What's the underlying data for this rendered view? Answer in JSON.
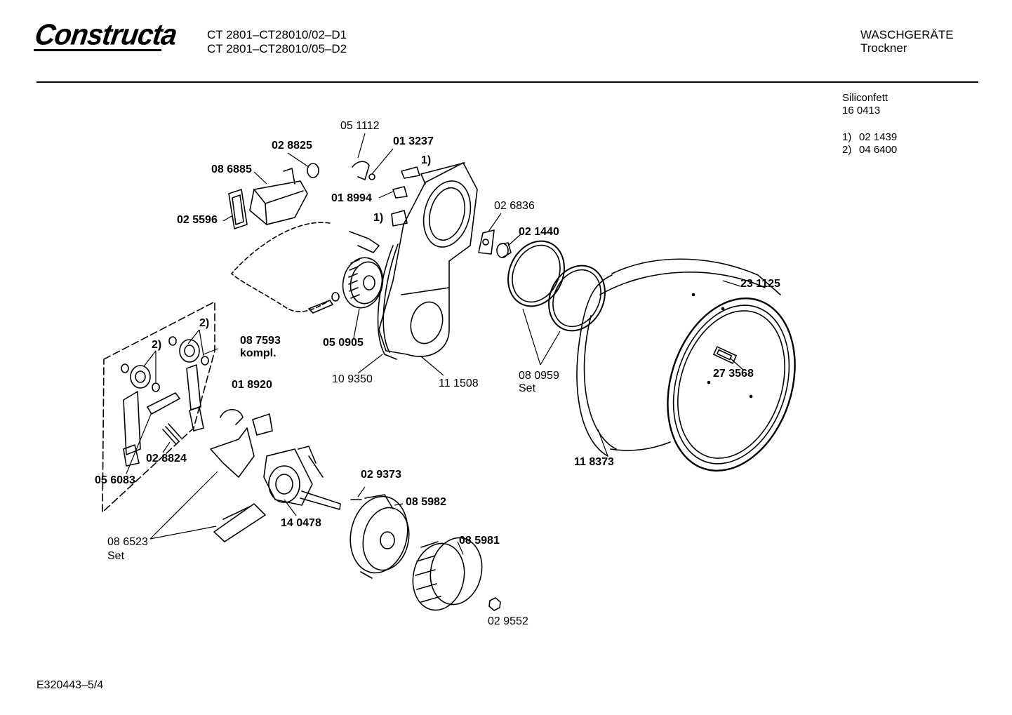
{
  "header": {
    "brand": "Constructa",
    "model_line_1": "CT 2801–CT28010/02–D1",
    "model_line_2": "CT 2801–CT28010/05–D2",
    "category": "WASCHGERÄTE",
    "subcategory": "Trockner"
  },
  "notes": {
    "grease_label": "Siliconfett",
    "grease_number": "16 0413",
    "note1_key": "1)",
    "note1_value": "02 1439",
    "note2_key": "2)",
    "note2_value": "04 6400"
  },
  "parts": {
    "p051112": "05 1112",
    "p028825": "02 8825",
    "p013237": "01 3237",
    "n1_top": "1)",
    "p086885": "08 6885",
    "p018994": "01 8994",
    "n1_mid": "1)",
    "p025596": "02 5596",
    "p026836": "02 6836",
    "p021440": "02 1440",
    "p231125": "23 1125",
    "p050905": "05 0905",
    "p109350": "10 9350",
    "p111508": "11 1508",
    "p080959": "08 0959",
    "set_a": "Set",
    "n2_upper": "2)",
    "n2_left": "2)",
    "p087593": "08 7593",
    "kompl": "kompl.",
    "p018920": "01 8920",
    "p273568": "27 3568",
    "p028824": "02 8824",
    "p056083": "05 6083",
    "p118373": "11 8373",
    "p029373": "02 9373",
    "p085982": "08 5982",
    "p140478": "14 0478",
    "p086523": "08 6523",
    "set_b": "Set",
    "p085981": "08 5981",
    "p029552": "02 9552"
  },
  "footer": {
    "doc_id": "E320443–5/4"
  }
}
